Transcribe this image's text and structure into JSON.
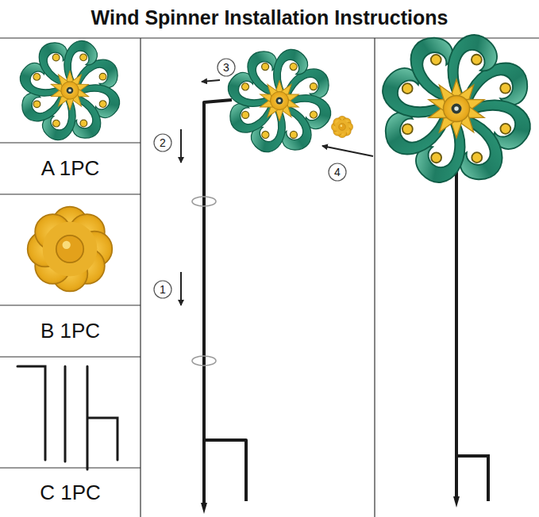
{
  "diagram": {
    "title": "Wind Spinner Installation Instructions",
    "labels": [
      "A 1PC",
      "B 1PC",
      "C 1PC",
      "3",
      "2",
      "4",
      "1"
    ]
  }
}
